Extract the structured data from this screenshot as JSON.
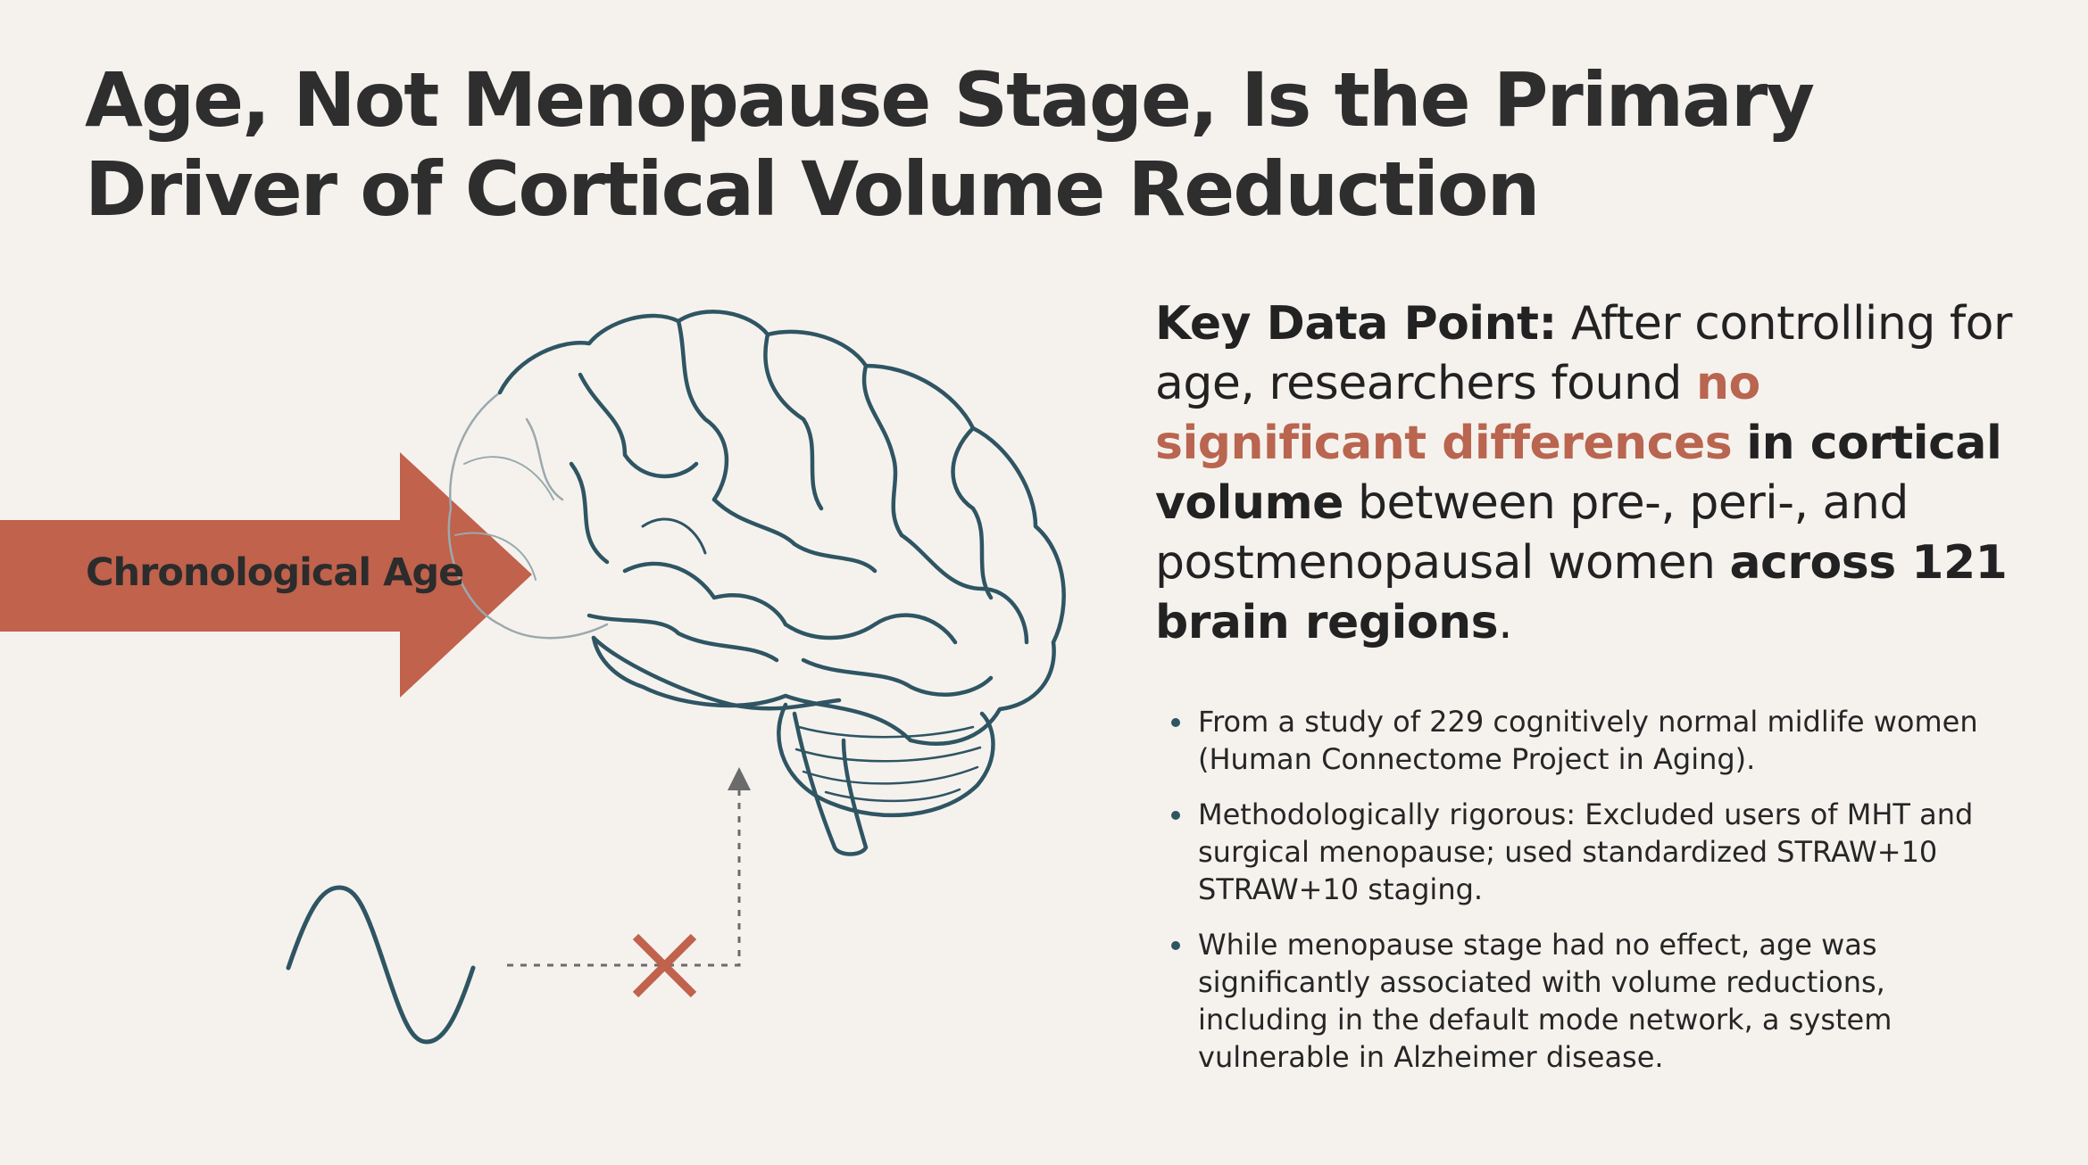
{
  "title": {
    "line1": "Age, Not Menopause Stage, Is the Primary",
    "line2": "Driver of Cortical Volume Reduction"
  },
  "diagram": {
    "arrow_label": "Chronological Age",
    "colors": {
      "accent": "#c0624c",
      "line": "#2f5563",
      "text": "#2b2b2b",
      "background": "#f5f2ee"
    },
    "icons": [
      "brain-icon",
      "sine-wave-icon",
      "blocked-x-icon"
    ]
  },
  "key_point": {
    "lead": "Key Data Point:",
    "t1": "After controlling for age, researchers found",
    "highlight": "no significant differences",
    "t2": "in cortical volume",
    "t3": "between pre-, peri-, and postmenopausal women",
    "t4": "across 121 brain regions",
    "t5": "."
  },
  "bullets": [
    "From a study of 229 cognitively normal midlife women (Human Connectome Project in Aging).",
    "Methodologically rigorous: Excluded users of MHT and surgical menopause; used standardized STRAW+10 STRAW+10 staging.",
    "While menopause stage had no effect, age was significantly associated with volume reductions, including in the default mode network, a system vulnerable in Alzheimer disease."
  ]
}
